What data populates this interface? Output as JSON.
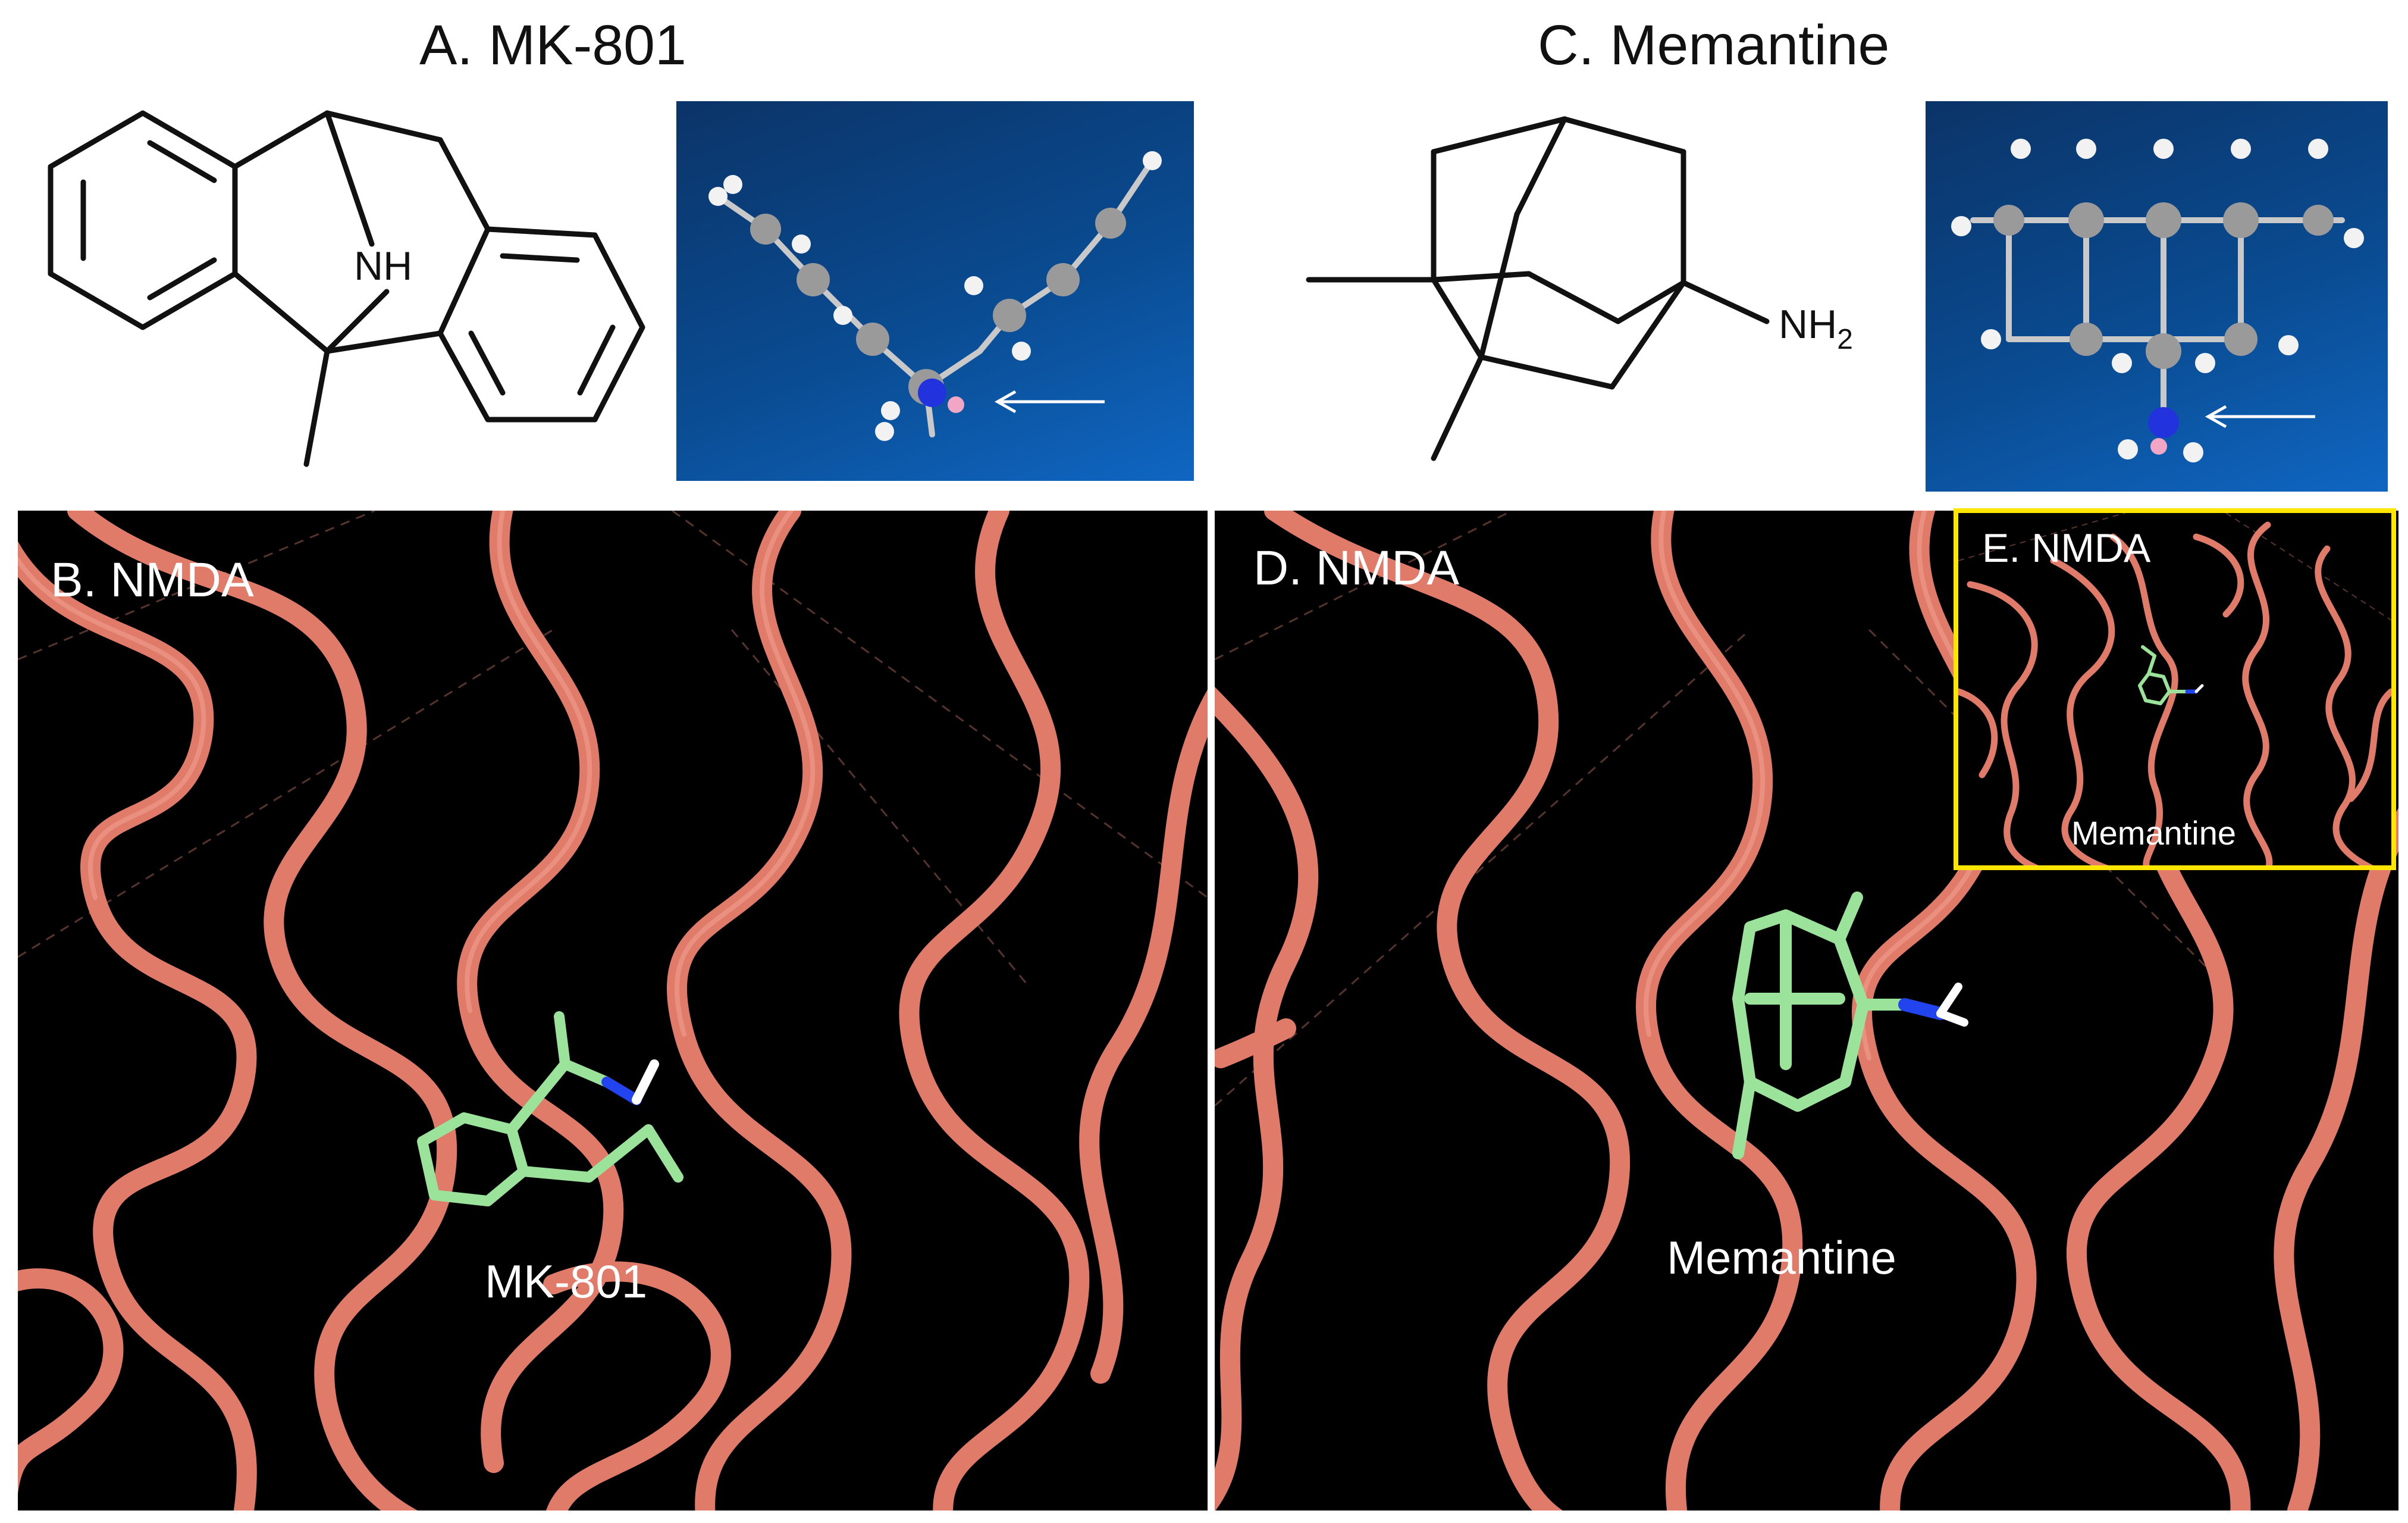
{
  "panel_a": {
    "title": "A. MK-801",
    "nh_label": "NH"
  },
  "panel_c": {
    "title": "C. Memantine",
    "nh2_label": "NH",
    "nh2_sub": "2"
  },
  "panel_b": {
    "label": "B. NMDA",
    "ligand_label": "MK-801"
  },
  "panel_d": {
    "label": "D. NMDA",
    "ligand_label": "Memantine"
  },
  "panel_e": {
    "label": "E. NMDA",
    "ligand_label": "Memantine",
    "border_color": "#ffe600"
  },
  "colors": {
    "protein": "#e57a6a",
    "ligand": "#9be39b",
    "nitrogen": "#2244ee",
    "hydrogen": "#ffffff"
  }
}
